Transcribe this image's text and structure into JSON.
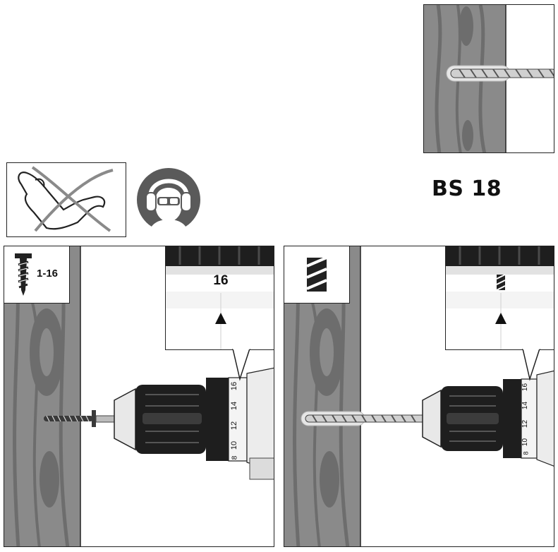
{
  "model_name": "BS 18",
  "colors": {
    "wood": "#8a8a8a",
    "wood_grain": "#6d6d6d",
    "chuck": "#1e1e1e",
    "outline": "#222222"
  },
  "icons": {
    "glove": "no-glove-icon",
    "protection": "ear-eye-protection-icon",
    "screw": "screw-icon",
    "drill": "drill-bit-icon"
  },
  "left_panel": {
    "mode_label": "1-16",
    "zoom_value": "16",
    "ring_numbers": [
      "16",
      "14",
      "12",
      "10",
      "8"
    ]
  },
  "right_panel": {
    "ring_numbers": [
      "16",
      "14",
      "12",
      "10",
      "8"
    ]
  }
}
